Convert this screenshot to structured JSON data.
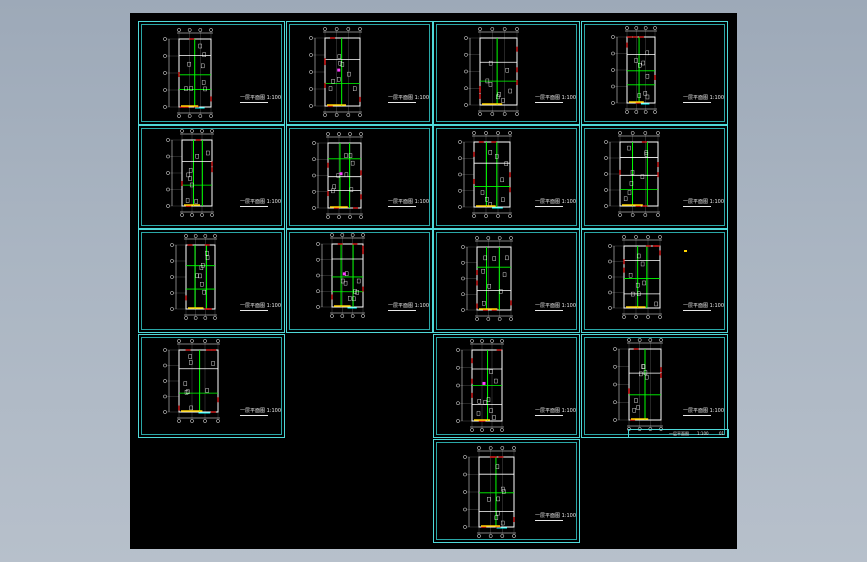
{
  "app": {
    "background_color": "#aab5c2",
    "canvas_color": "#000000",
    "frame_color": "#4fd8d8"
  },
  "sheets": [
    {
      "id": "s1",
      "caption": "一层平面图 1:100"
    },
    {
      "id": "s2",
      "caption": "一层平面图 1:100"
    },
    {
      "id": "s3",
      "caption": "一层平面图 1:100"
    },
    {
      "id": "s4",
      "caption": "一层平面图 1:100"
    },
    {
      "id": "s5",
      "caption": "一层平面图 1:100"
    },
    {
      "id": "s6",
      "caption": "一层平面图 1:100"
    },
    {
      "id": "s7",
      "caption": "一层平面图 1:100"
    },
    {
      "id": "s8",
      "caption": "一层平面图 1:100"
    },
    {
      "id": "s9",
      "caption": "一层平面图 1:100"
    },
    {
      "id": "s10",
      "caption": "一层平面图 1:100"
    },
    {
      "id": "s11",
      "caption": "一层平面图 1:100"
    },
    {
      "id": "s12",
      "caption": "一层平面图 1:100"
    },
    {
      "id": "s13",
      "caption": "一层平面图 1:100"
    },
    {
      "id": "s14",
      "caption": "一层平面图 1:100"
    },
    {
      "id": "s15",
      "caption": "一层平面图 1:100"
    },
    {
      "id": "s16",
      "caption": "一层平面图 1:100"
    }
  ],
  "title_block": {
    "label": "一层平面图",
    "scale": "1:100",
    "sheet_no": "01"
  },
  "colors": {
    "wall": "#ffffff",
    "green": "#00ff00",
    "red": "#ff2020",
    "yellow": "#ffd400",
    "cyan": "#00ffff",
    "magenta": "#ff40ff",
    "blue": "#3a6cff"
  }
}
